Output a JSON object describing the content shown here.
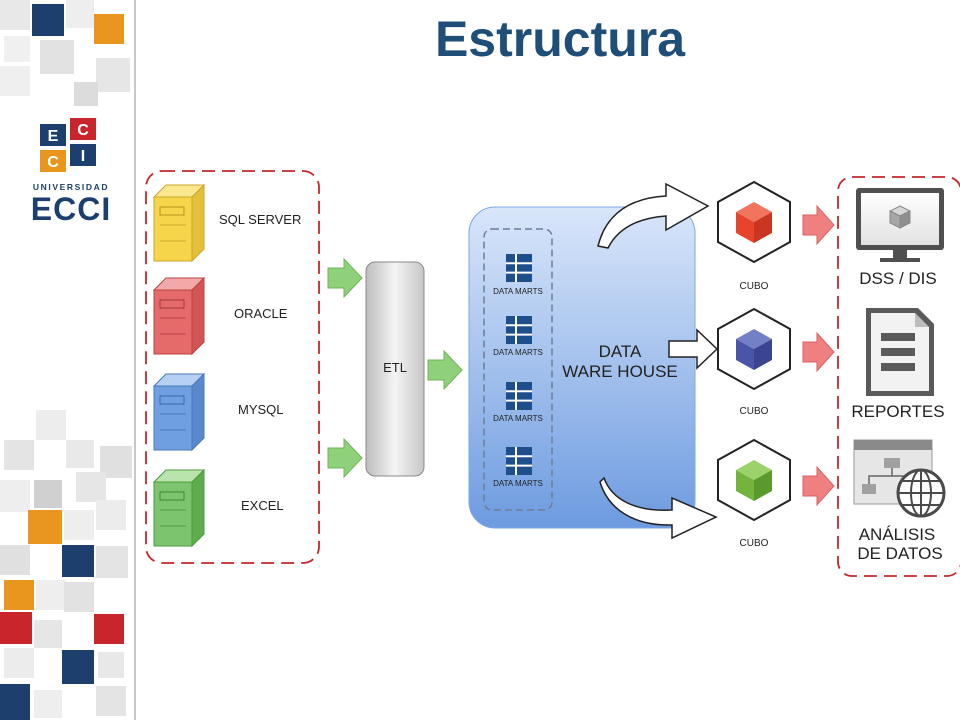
{
  "slide": {
    "title": "Estructura"
  },
  "logo": {
    "tiles": [
      "E",
      "C",
      "C",
      "I"
    ],
    "small_text": "UNIVERSIDAD",
    "big_text": "ECCI"
  },
  "sources": [
    {
      "label": "SQL SERVER",
      "color": "#f7d54a"
    },
    {
      "label": "ORACLE",
      "color": "#e56b6b"
    },
    {
      "label": "MYSQL",
      "color": "#6f9fe0"
    },
    {
      "label": "EXCEL",
      "color": "#7cc46e"
    }
  ],
  "etl": {
    "label": "ETL"
  },
  "warehouse": {
    "label_line1": "DATA",
    "label_line2": "WARE HOUSE"
  },
  "data_marts": [
    "DATA MARTS",
    "DATA MARTS",
    "DATA MARTS",
    "DATA MARTS"
  ],
  "cubes": [
    {
      "label": "CUBO",
      "color": "#e8442c"
    },
    {
      "label": "CUBO",
      "color": "#4a55a8"
    },
    {
      "label": "CUBO",
      "color": "#72b43c"
    }
  ],
  "outputs": [
    {
      "label_lines": [
        "DSS / DIS"
      ]
    },
    {
      "label_lines": [
        "REPORTES"
      ]
    },
    {
      "label_lines": [
        "ANÁLISIS",
        "DE DATOS"
      ]
    }
  ],
  "colors": {
    "title": "#1f4e79",
    "dashed_border": "#c0282d",
    "warehouse": "#7aa7e6",
    "green_arrow": "#8fd07a",
    "red_arrow": "#ef8080"
  }
}
